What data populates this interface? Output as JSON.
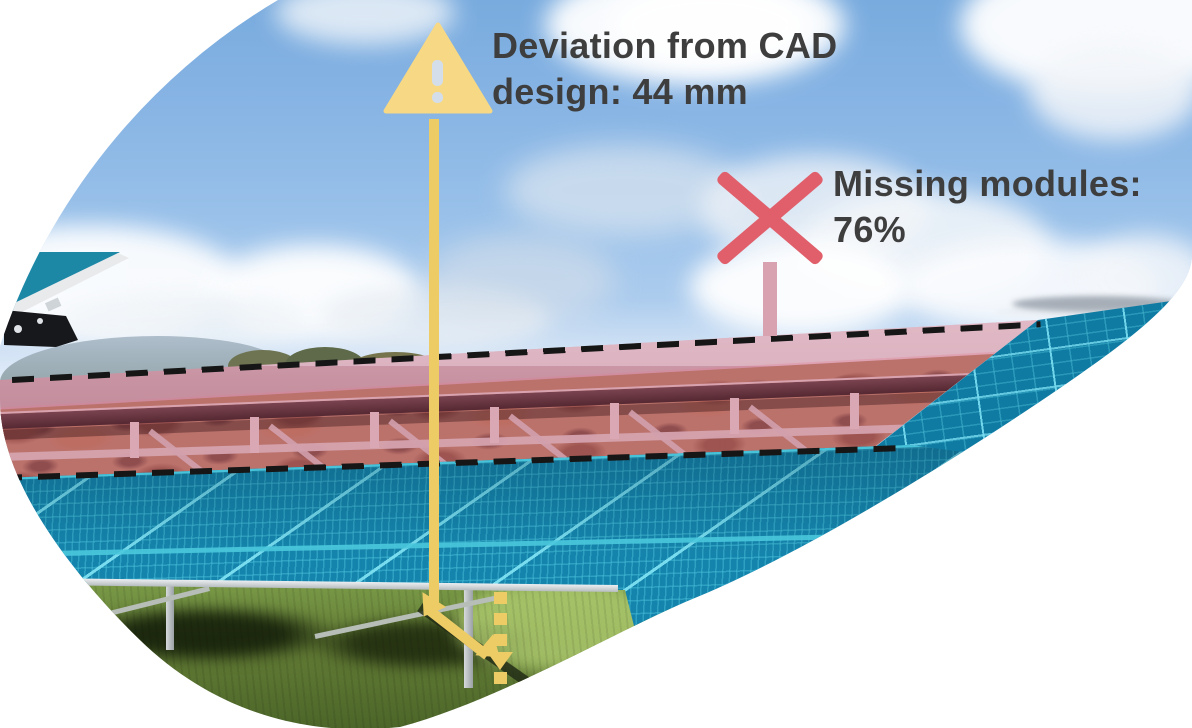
{
  "annotations": {
    "deviation": {
      "icon": "warning-triangle-icon",
      "label": "Deviation from CAD design: 44 mm",
      "accent_color": "#edcc66"
    },
    "missing_modules": {
      "icon": "x-mark-icon",
      "label": "Missing modules: 76%",
      "accent_color": "#e05f6b"
    }
  },
  "overlays": {
    "detected_modules_tint": "#1584ac",
    "missing_region_tint": "#cb93a3",
    "region_outline_style": "dashed black"
  }
}
